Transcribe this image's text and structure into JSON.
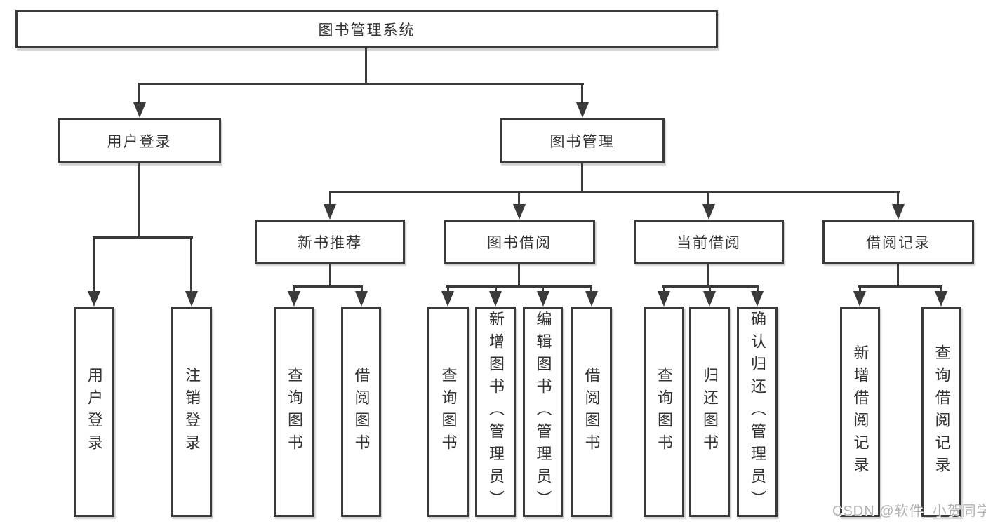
{
  "colors": {
    "line": "#3a3a3a",
    "text": "#333333",
    "box_background": "#ffffff",
    "page_background": "#ffffff",
    "watermark": "#b3b3b3"
  },
  "diagram": {
    "root": {
      "label": "图书管理系统"
    },
    "branches": [
      {
        "label": "用户登录",
        "leaves": [
          {
            "label": "用户登录"
          },
          {
            "label": "注销登录"
          }
        ]
      },
      {
        "label": "图书管理",
        "sections": [
          {
            "label": "新书推荐",
            "leaves": [
              {
                "label": "查询图书"
              },
              {
                "label": "借阅图书"
              }
            ]
          },
          {
            "label": "图书借阅",
            "leaves": [
              {
                "label": "查询图书"
              },
              {
                "label": "新增图书（管理员）"
              },
              {
                "label": "编辑图书（管理员）"
              },
              {
                "label": "借阅图书"
              }
            ]
          },
          {
            "label": "当前借阅",
            "leaves": [
              {
                "label": "查询图书"
              },
              {
                "label": "归还图书"
              },
              {
                "label": "确认归还（管理员）"
              }
            ]
          },
          {
            "label": "借阅记录",
            "leaves": [
              {
                "label": "新增借阅记录"
              },
              {
                "label": "查询借阅记录"
              }
            ]
          }
        ]
      }
    ]
  },
  "watermark": {
    "text": "CSDN @软件_小贺同学"
  }
}
